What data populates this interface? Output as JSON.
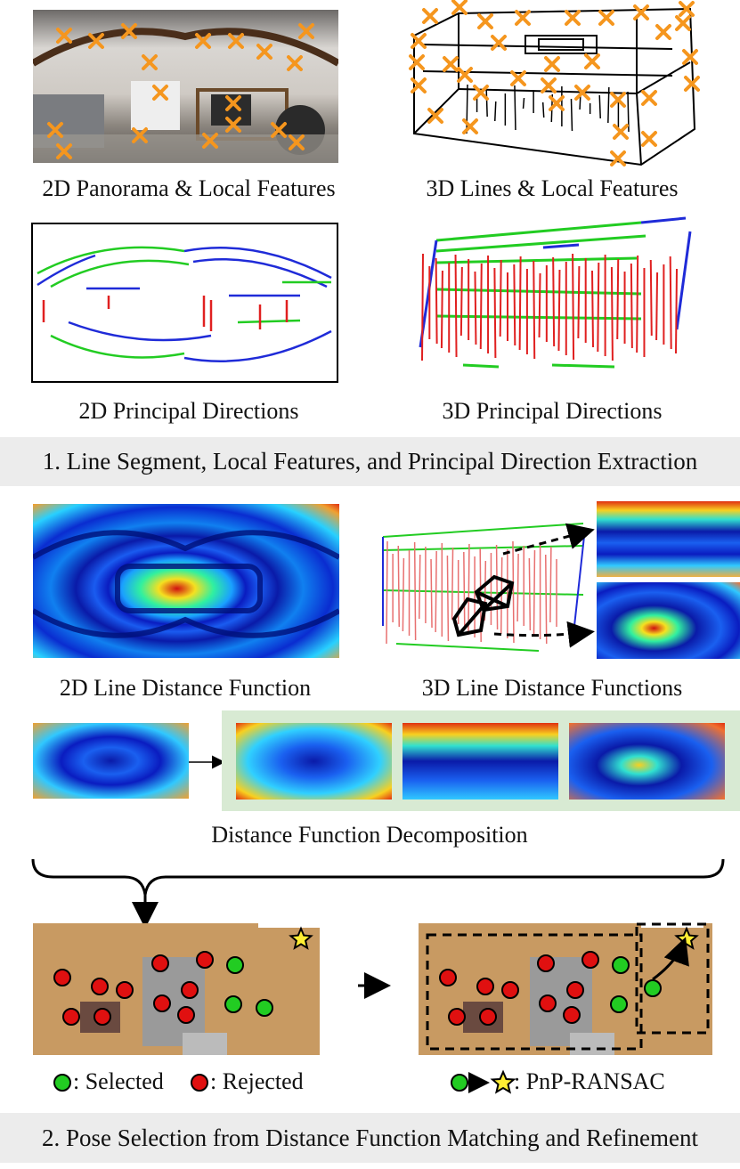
{
  "captions": {
    "panorama_local": "2D Panorama & Local Features",
    "lines_local": "3D Lines & Local Features",
    "principal_2d": "2D Principal Directions",
    "principal_3d": "3D Principal Directions",
    "ldf_2d": "2D Line Distance Function",
    "ldf_3d": "3D Line Distance Functions",
    "decomposition": "Distance Function Decomposition"
  },
  "stages": {
    "stage1": "1. Line Segment, Local Features, and Principal Direction Extraction",
    "stage2": "2. Pose Selection from Distance Function Matching and Refinement"
  },
  "legend": {
    "selected": ": Selected",
    "rejected": ": Rejected",
    "pnp": ": PnP-RANSAC"
  },
  "colors": {
    "feature_marker": "#f5961e",
    "principal_x": "#1f2bd8",
    "principal_y": "#22cc22",
    "principal_z": "#e02020",
    "selected": "#22cc22",
    "rejected": "#e01010",
    "refined_pose": "#ffee33",
    "floorplan": "#c89a62",
    "band": "#ececec",
    "decomp_panel": "#d8ead3"
  }
}
